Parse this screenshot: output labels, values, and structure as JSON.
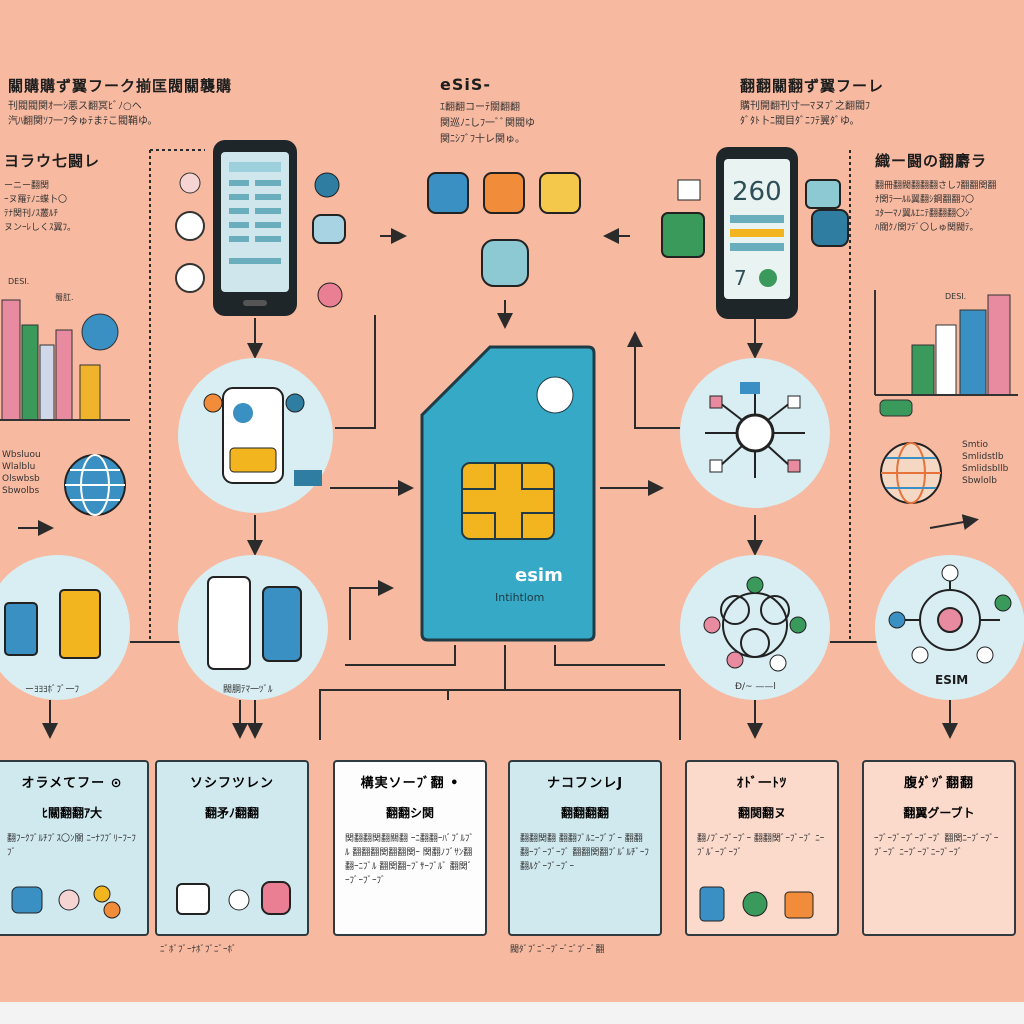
{
  "top_left": {
    "title": "關購購ず翼フーク揃匡閥關襲購",
    "line1": "刊閥閥関ｵ一ｼ悪ス翻冥ﾋﾞﾉ○ヘ",
    "line2": "汽ﾊ翻関ｿﾌ一ﾌ今ゅﾃまﾃこ閥鞘ゆ。"
  },
  "left_note": {
    "title": "ヨラウ七闘レ",
    "lines": [
      "ーニー翻関",
      "ｰヌ羅ﾃﾉﾆ蝶卜〇",
      "ﾃﾅ関刊ﾉｽ叢ﾙﾁ",
      "ヌンｰﾚしくｽ翼ﾌ。"
    ]
  },
  "left_chart_label": "DESI.",
  "left_chart_label2": "蜀肛.",
  "left_globe_text": [
    "Wbsluou",
    "Wlalblu",
    "Olswbsb",
    "Sbwolbs"
  ],
  "top_center": {
    "title": "eSiS-",
    "line1": "ｴ翻翻コーﾃ關翻翻",
    "line2": "関巡ﾉﾆしﾌ一ﾞﾞ関閥ゆ",
    "line3": "関ﾆｼﾌﾞﾌ十レ関ゅ。"
  },
  "top_right": {
    "title": "翻翻關翻ず翼フーレ",
    "line1": "購刊開翻刊寸一ﾏヌﾌﾞ之翻閥ﾌ",
    "line2": "ﾀﾞﾀﾄ卜ﾆ閥目ﾀﾞﾆﾌﾃ翼ﾀﾞゆ。"
  },
  "right_note": {
    "title": "織ー闘の翻麝ラ",
    "lines": [
      "翻冊翻閥翻翻翻さしﾌ翻翻関翻",
      "ﾅ関ﾗ一ﾙﾙ翼翻ｼ鋼翻翻ﾌ〇",
      "ﾕﾀ一ﾏﾉ翼ﾙｴﾆﾃ翻翻翻〇ｼﾞ",
      "ﾊ閥ｸﾉ関ﾌﾃﾞ〇しゅ関閥ﾃ。"
    ]
  },
  "right_chart_label": "DESI.",
  "right_globe_text": [
    "Smtio",
    "Smlidstlb",
    "Smlidsbllb",
    "Sbwlolb"
  ],
  "phone_left_label": "",
  "phone_right_display": "260",
  "phone_right_digit": "7",
  "sim": {
    "label": "esim",
    "sublabel": "Intihtlom",
    "brand_color": "#35a9c6",
    "chip_color": "#f2b51f"
  },
  "circle_labels": {
    "left_mid": "ーﾖﾖﾖﾎﾞﾌﾞ一ﾌ",
    "left_mid2": "閥胴ﾃﾏ一ﾂﾞﾙ",
    "right_mid": "Ð/~ ——l",
    "right_esim": "ESIM"
  },
  "cards": [
    {
      "title": "オラメてフー ⊙",
      "sub": "ﾋ關翻翻ｱ大",
      "body": "翻ﾌｰｸﾌﾞﾙﾁﾌﾞｽ〇ﾝ關 ﾆｰﾅﾌﾌﾞﾘｰﾌｰﾌﾌﾞ"
    },
    {
      "title": "ソシフツレン",
      "sub": "翻矛ﾉ翻翻",
      "body": ""
    },
    {
      "title": "構実ソーﾌﾞ翻 •",
      "sub": "翻翻シ関",
      "body": "関翻翻関翻關翻 ｰﾆ翻翻ｰﾊﾞﾌﾞﾙﾌﾞﾙ 翻翻翻関翻翻関ｰ 関翻ﾉﾌﾞｻﾝ翻翻ｰﾆﾌﾞﾙ 翻関翻ｰﾌﾞｻｰﾌﾞﾙﾞ 翻関ﾞｰﾌﾞｰﾌﾞｰﾌﾞ"
    },
    {
      "title": "ナコフンレJ",
      "sub": "翻翻翻翻",
      "body": "翻翻関翻 翻翻ﾌﾞﾙﾆｰﾌﾞﾌﾞｰ 翻翻翻ｰﾌﾞｰﾌﾞｰﾌﾞ 翻翻関翻ﾌﾞﾙﾞﾙﾁﾞｰﾌ 翻ﾙｸﾞｰﾌﾞｰﾌﾞｰ"
    },
    {
      "title": "ｵﾄﾞ一ﾄﾂ",
      "sub": "翻関翻ヌ",
      "body": "翻ﾉﾌﾞｰﾌﾞｰﾌﾞｰ 翻翻関ﾞｰﾌﾞｰﾌﾞ ﾆｰﾌﾞﾙﾞｰﾌﾞｰﾌﾞ"
    },
    {
      "title": "腹ﾀﾞﾂﾞ翻翻",
      "sub": "翻翼グーブト",
      "body": "ｰﾌﾞｰﾌﾞｰﾌﾞｰﾌﾞｰﾌﾞ 翻関ﾆｰﾌﾞｰﾌﾞｰﾌﾞｰﾌﾞ ﾆｰﾌﾞｰﾌﾞﾆｰﾌﾞｰﾌﾞ"
    }
  ],
  "bottom_caption_left": "ﾆﾞﾎﾞﾌﾞｰﾅﾎﾞﾌﾞﾆﾞｰﾎﾞ",
  "bottom_caption_right": "閥ﾀﾞﾌﾞﾆﾞｰﾌﾞｰﾞﾆﾞﾌﾞｰﾞ翻"
}
